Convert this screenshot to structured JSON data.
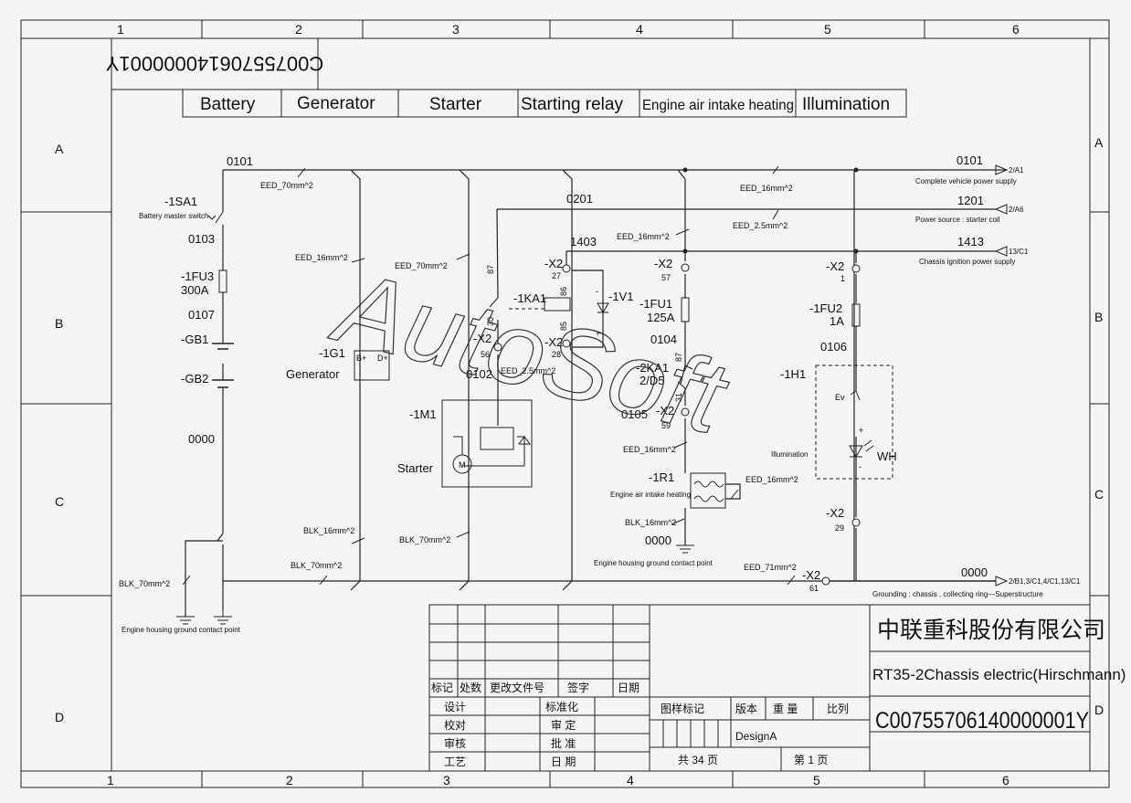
{
  "frame": {
    "top_numbers": [
      "1",
      "2",
      "3",
      "4",
      "5",
      "6"
    ],
    "bottom_numbers": [
      "1",
      "2",
      "3",
      "4",
      "5",
      "6"
    ],
    "left_letters": [
      "A",
      "B",
      "C",
      "D"
    ],
    "right_letters": [
      "A",
      "B",
      "C",
      "D"
    ],
    "drawing_no_rotated": "C00755706140000001Y"
  },
  "tabs": [
    "Battery",
    "Generator",
    "Starter",
    "Starting relay",
    "Engine air intake heating",
    "Illumination"
  ],
  "watermark": "AutoSoft",
  "wires": {
    "w0101": "0101",
    "w0201": "0201",
    "w1403": "1403",
    "w0103": "0103",
    "w0107": "0107",
    "w0000": "0000",
    "w0102": "0102",
    "w0104": "0104",
    "w0105": "0105",
    "w0106": "0106",
    "w0000b": "0000",
    "w0101r": "0101",
    "w1201": "1201",
    "w1413": "1413",
    "w0000r": "0000"
  },
  "wire_specs": {
    "eed70_top": "EED_70mm^2",
    "eed16_gen": "EED_16mm^2",
    "eed70_st": "EED_70mm^2",
    "eed16_1403": "EED_16mm^2",
    "eed16_top": "EED_16mm^2",
    "eed25_top": "EED_2.5mm^2",
    "eed25_mid": "EED_2.5mm^2",
    "eed16_heat": "EED_16mm^2",
    "eed16_r1": "EED_16mm^2",
    "blk16_gen": "BLK_16mm^2",
    "blk70_st": "BLK_70mm^2",
    "blk70_bot": "BLK_70mm^2",
    "blk70_left": "BLK_70mm^2",
    "blk16_r1": "BLK_16mm^2",
    "eed71": "EED_71mm^2"
  },
  "components": {
    "sa1": "-1SA1",
    "sa1_desc": "Battery master switch",
    "fu3": "-1FU3",
    "fu3_rating": "300A",
    "gb1": "-GB1",
    "gb2": "-GB2",
    "g1": "-1G1",
    "g1_name": "Generator",
    "g1_bplus": "B+",
    "g1_dplus": "D+",
    "m1": "-1M1",
    "m1_name": "Starter",
    "motor": "M",
    "ka1": "-1KA1",
    "ka1_86": "86",
    "ka1_85": "85",
    "ka1_87": "87",
    "ka1_30": "30",
    "v1": "-1V1",
    "x2_27": "-X2",
    "p27": "27",
    "x2_28": "-X2",
    "p28": "28",
    "x2_56": "-X2",
    "p56": "56",
    "x2_57": "-X2",
    "p57": "57",
    "x2_59": "-X2",
    "p59": "59",
    "x2_1": "-X2",
    "p1": "1",
    "x2_29": "-X2",
    "p29": "29",
    "x2_61": "-X2",
    "p61": "61",
    "fu1": "-1FU1",
    "fu1_rating": "125A",
    "ka12": "-2KA1",
    "ka12_ref": "2/D5",
    "p87b": "87",
    "p31": "31",
    "r1": "-1R1",
    "r1_desc": "Engine air intake heating",
    "fu2": "-1FU2",
    "fu2_rating": "1A",
    "h1": "-1H1",
    "h1_desc": "Illumination",
    "h1_ev": "Ev",
    "wh": "WH",
    "plus": "+",
    "minus": "-",
    "gnd_left": "Engine housing ground contact point",
    "gnd_mid": "Engine housing ground contact point"
  },
  "outputs": {
    "o1_ref": "2/A1",
    "o1_desc": "Complete vehicle power supply",
    "o2_ref": "2/A6",
    "o2_desc": "Power source : starter coil",
    "o3_ref": "13/C1",
    "o3_desc": "Chassis ignition power supply",
    "o4_ref": "2/B1,3/C1,4/C1,13/C1",
    "o4_desc": "Grounding : chassis , collecting ring—Superstructure"
  },
  "title_block": {
    "company": "中联重科股份有限公司",
    "title": "RT35-2Chassis electric(Hirschmann)",
    "drawing_no": "C00755706140000001Y",
    "rev_headers": [
      "标记",
      "处数",
      "更改文件号",
      "签字",
      "日期"
    ],
    "design": "设计",
    "check": "校对",
    "review": "审核",
    "process": "工艺",
    "standard": "标准化",
    "approve_check": "审 定",
    "approve": "批 准",
    "date": "日 期",
    "mark": "图样标记",
    "version": "版本",
    "weight": "重 量",
    "scale": "比列",
    "design_a": "DesignA",
    "total": "共 34 页",
    "page": "第 1 页"
  }
}
